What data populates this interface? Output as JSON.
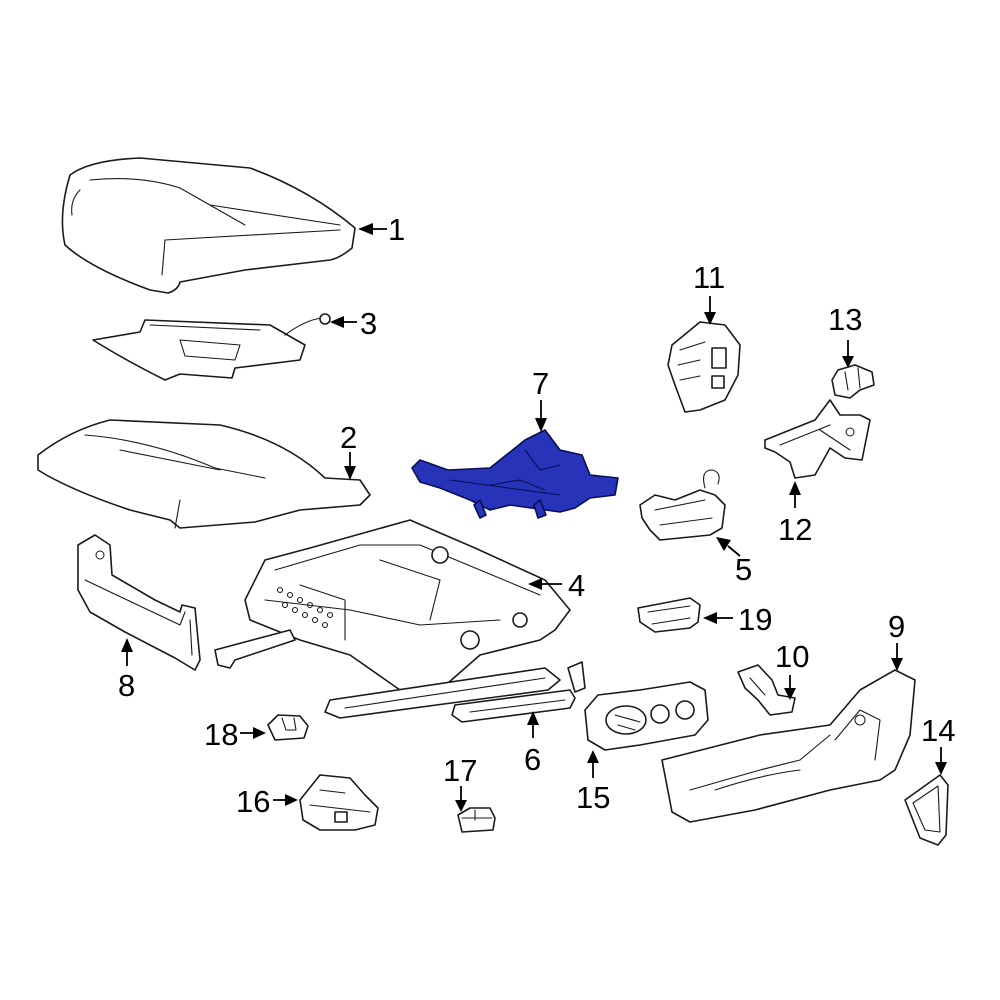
{
  "highlight_color": "#2733b8",
  "callouts": {
    "c1": "1",
    "c2": "2",
    "c3": "3",
    "c4": "4",
    "c5": "5",
    "c6": "6",
    "c7": "7",
    "c8": "8",
    "c9": "9",
    "c10": "10",
    "c11": "11",
    "c12": "12",
    "c13": "13",
    "c14": "14",
    "c15": "15",
    "c16": "16",
    "c17": "17",
    "c18": "18",
    "c19": "19"
  },
  "highlighted_part": "7"
}
